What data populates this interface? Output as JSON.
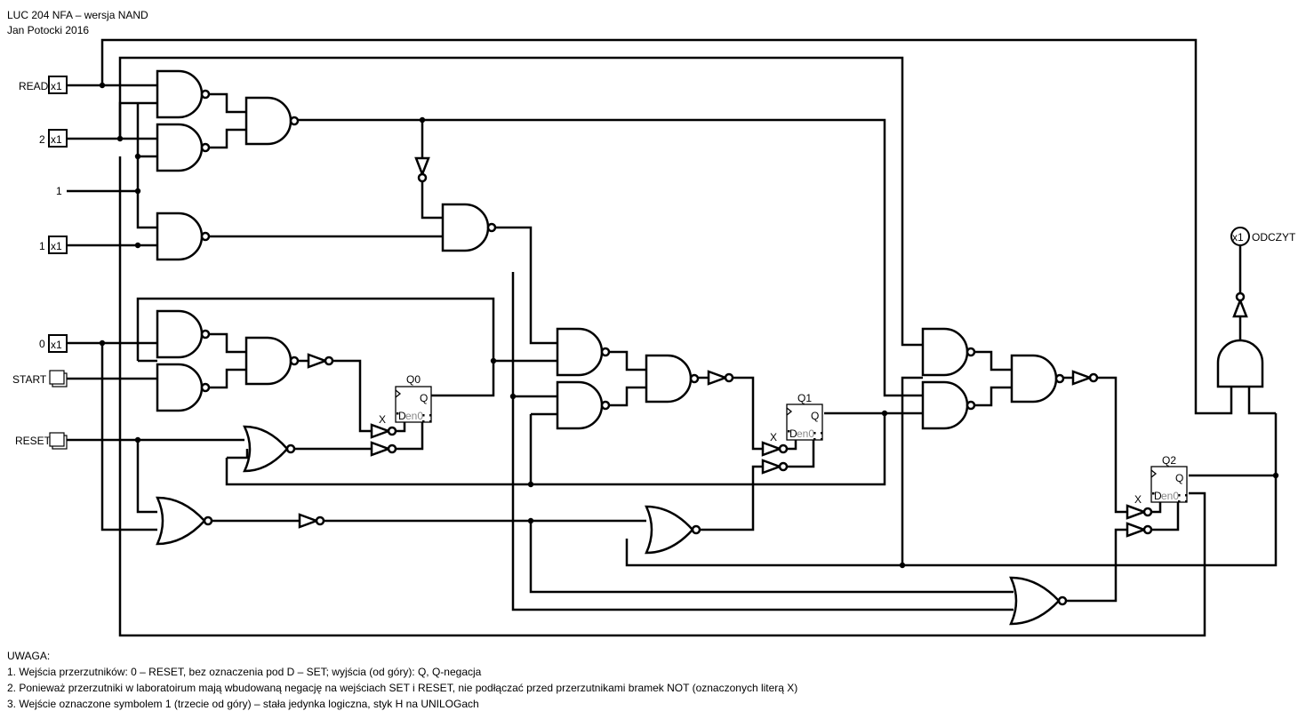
{
  "header": {
    "title": "LUC 204 NFA – wersja NAND",
    "author": "Jan Potocki 2016"
  },
  "inputs": {
    "read": "READ",
    "in2": "2",
    "const1": "1",
    "in1": "1",
    "in0": "0",
    "start": "START",
    "reset": "RESET",
    "badge": "x1"
  },
  "output": {
    "odczyt": "ODCZYT",
    "badge": "x1"
  },
  "flipflops": {
    "q0": "Q0",
    "q1": "Q1",
    "q2": "Q2",
    "q": "Q",
    "d": "D",
    "en": "en0",
    "x": "X"
  },
  "notes": {
    "title": "UWAGA:",
    "n1": "1. Wejścia przerzutników: 0 – RESET, bez oznaczenia pod D – SET; wyjścia (od góry): Q, Q-negacja",
    "n2": "2. Ponieważ przerzutniki w laboratoirum mają wbudowaną negację na wejściach SET i RESET, nie podłączać przed przerzutnikami bramek NOT (oznaczonych literą X)",
    "n3": "3. Wejście oznaczone symbolem 1 (trzecie od góry) – stała jedynka logiczna, styk H na UNILOGach"
  }
}
